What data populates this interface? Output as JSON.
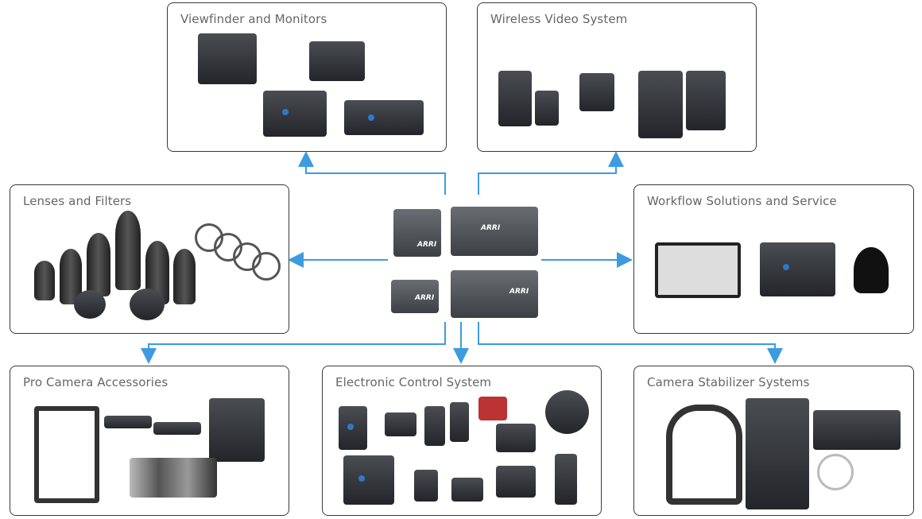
{
  "boxes": {
    "viewfinder": {
      "title": "Viewfinder and Monitors"
    },
    "wireless": {
      "title": "Wireless Video System"
    },
    "lenses": {
      "title": "Lenses and Filters"
    },
    "workflow": {
      "title": "Workflow Solutions and Service"
    },
    "accessories": {
      "title": "Pro Camera Accessories"
    },
    "ecs": {
      "title": "Electronic Control System"
    },
    "stabilizer": {
      "title": "Camera Stabilizer Systems"
    }
  },
  "center": {
    "logo": "ARRI"
  },
  "colors": {
    "arrow": "#3d9be0",
    "border": "#3a3a3a",
    "title": "#666666"
  }
}
